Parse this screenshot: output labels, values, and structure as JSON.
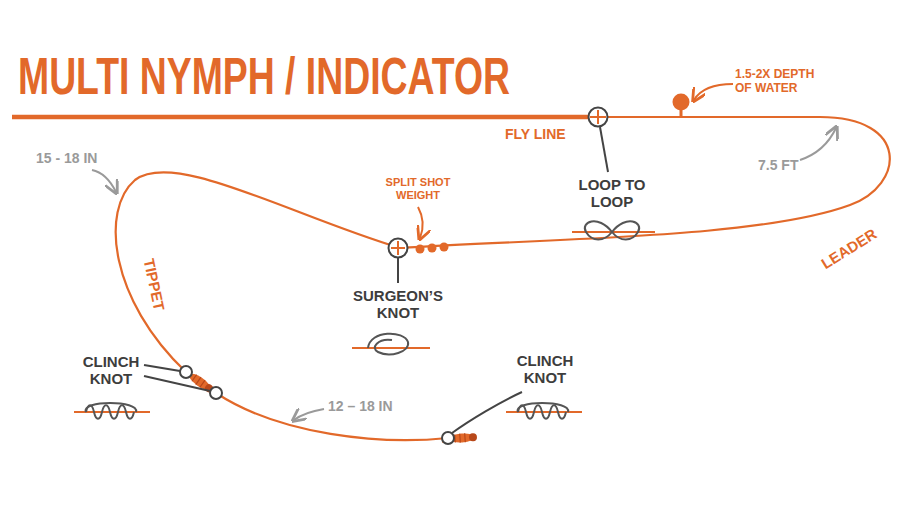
{
  "diagram": {
    "title": "MULTI NYMPH / INDICATOR",
    "labels": [
      "1.5-2X DEPTH OF WATER",
      "FLY LINE",
      "LOOP TO LOOP",
      "7.5 FT",
      "15 - 18 IN",
      "SPLIT SHOT WEIGHT",
      "SURGEON’S KNOT",
      "LEADER",
      "TIPPET",
      "CLINCH KNOT",
      "12 – 18 IN",
      "CLINCH KNOT"
    ]
  }
}
